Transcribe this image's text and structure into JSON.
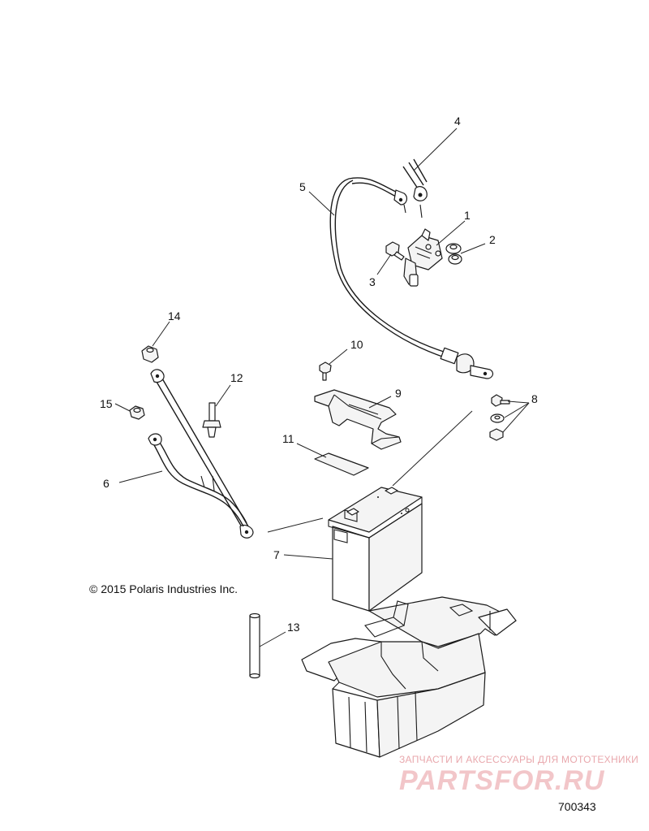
{
  "diagram": {
    "copyright": "© 2015 Polaris Industries Inc.",
    "figure_number": "700343",
    "callouts": {
      "c1": "1",
      "c2": "2",
      "c3": "3",
      "c4": "4",
      "c5": "5",
      "c6": "6",
      "c7": "7",
      "c8": "8",
      "c9": "9",
      "c10": "10",
      "c11": "11",
      "c12": "12",
      "c13": "13",
      "c14": "14",
      "c15": "15"
    }
  },
  "watermark": {
    "tagline": "ЗАПЧАСТИ И АКСЕССУАРЫ ДЛЯ МОТОТЕХНИКИ",
    "logo": "PARTSFOR.RU",
    "color": "#e9a8ad"
  }
}
